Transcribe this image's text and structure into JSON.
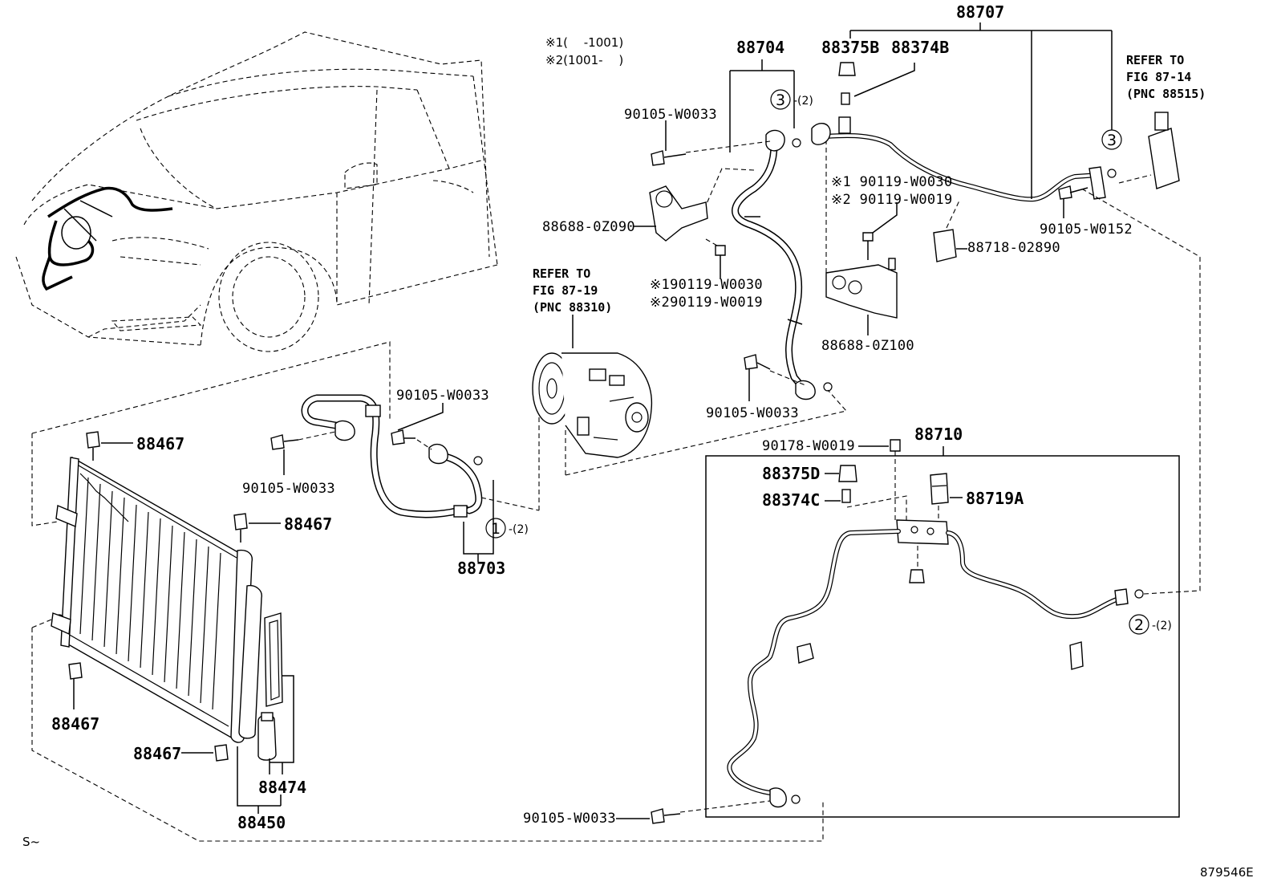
{
  "figure_code": "879546E",
  "corner_mark": "S~",
  "notes": {
    "note1": "※1(　 -1001)",
    "note2": "※2(1001-　 )"
  },
  "refs": [
    {
      "line1": "REFER TO",
      "line2": "FIG 87-19",
      "line3": "(PNC 88310)"
    },
    {
      "line1": "REFER TO",
      "line2": "FIG 87-14",
      "line3": "(PNC 88515)"
    }
  ],
  "parts": {
    "p88707": "88707",
    "p88704": "88704",
    "p88375B": "88375B",
    "p88374B": "88374B",
    "p90105_W0033_top": "90105-W0033",
    "p88688_0Z090": "88688-0Z090",
    "p90119_W0030_a": "※190119-W0030",
    "p90119_W0019_a": "※290119-W0019",
    "p90119_W0030_b": "※1 90119-W0030",
    "p90119_W0019_b": "※2 90119-W0019",
    "p90105_W0152": "90105-W0152",
    "p88718_02890": "88718-02890",
    "p88688_0Z100": "88688-0Z100",
    "p90105_W0033_mid": "90105-W0033",
    "p90105_W0033_hose": "90105-W0033",
    "p90105_W0033_left": "90105-W0033",
    "p88703": "88703",
    "p88467_a": "88467",
    "p88467_b": "88467",
    "p88467_c": "88467",
    "p88467_d": "88467",
    "p88474": "88474",
    "p88450": "88450",
    "p88710": "88710",
    "p90178_W0019": "90178-W0019",
    "p88375D": "88375D",
    "p88374C": "88374C",
    "p88719A": "88719A",
    "p90105_W0033_bottom": "90105-W0033"
  },
  "callouts": {
    "c3a": "3",
    "c3a_qty": "-(2)",
    "c3b": "3",
    "c1": "1",
    "c1_qty": "-(2)",
    "c2": "2",
    "c2_qty": "-(2)"
  }
}
